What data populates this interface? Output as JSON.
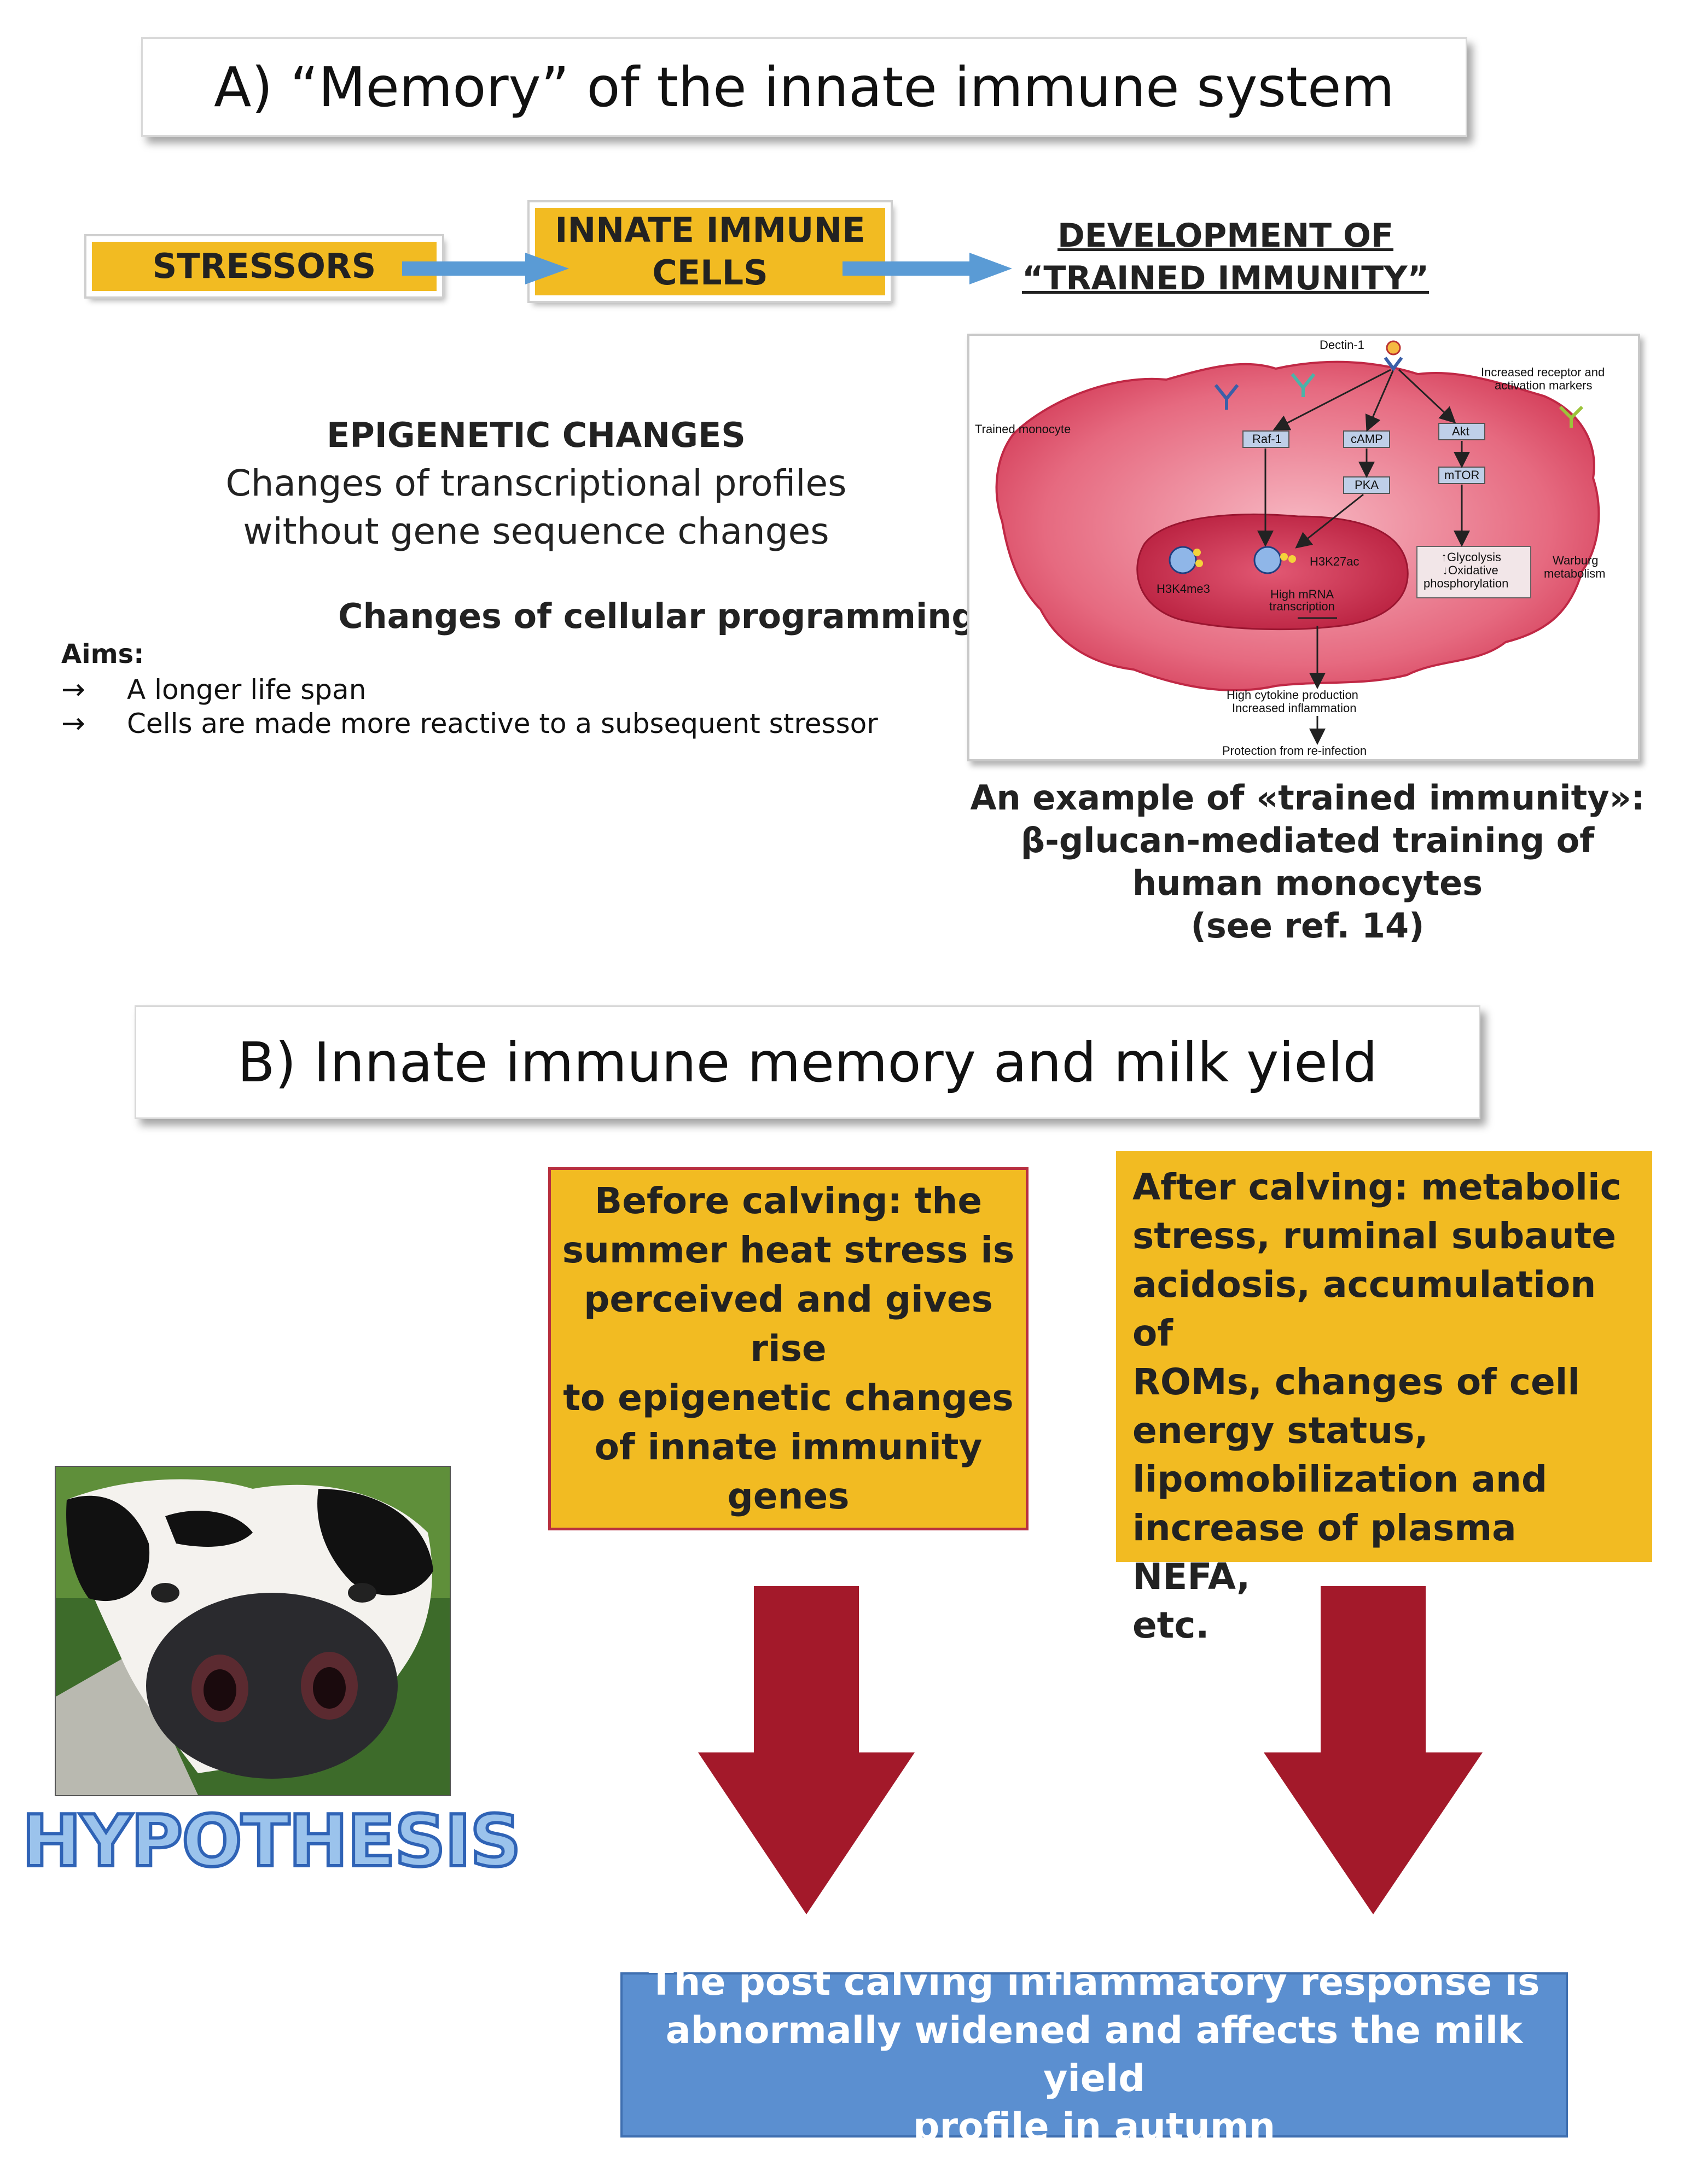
{
  "section_a": {
    "title": "A) “Memory” of the innate immune system",
    "stressors_label": "STRESSORS",
    "cells_label_line1": "INNATE IMMUNE",
    "cells_label_line2": "CELLS",
    "development_line1": "DEVELOPMENT OF",
    "development_line2": "“TRAINED IMMUNITY”",
    "epigenetic_title": "EPIGENETIC CHANGES",
    "epigenetic_line1": "Changes of transcriptional profiles",
    "epigenetic_line2": "without gene sequence changes",
    "programming_title": "Changes of cellular programming",
    "aims_label": "Aims:",
    "aims": [
      {
        "arrow": "→",
        "text": "A longer life span"
      },
      {
        "arrow": "→",
        "text": "Cells are made more reactive to a subsequent stressor"
      }
    ],
    "figure_labels": {
      "dectin": "Dectin-1",
      "receptor_line1": "Increased receptor and",
      "receptor_line2": "activation markers",
      "trained_monocyte": "Trained monocyte",
      "raf": "Raf-1",
      "camp": "cAMP",
      "akt": "Akt",
      "pka": "PKA",
      "mtor": "mTOR",
      "h3k27ac": "H3K27ac",
      "h3k4me3": "H3K4me3",
      "mrna_line1": "High mRNA",
      "mrna_line2": "transcription",
      "glyco_line1": "↑Glycolysis",
      "glyco_line2": "↓Oxidative",
      "glyco_line3": "phosphorylation",
      "warburg_line1": "Warburg",
      "warburg_line2": "metabolism",
      "cytokine_line1": "High cytokine production",
      "cytokine_line2": "Increased inflammation",
      "protection": "Protection from re-infection"
    },
    "caption_line1": "An example of «trained immunity»:",
    "caption_line2": "β-glucan-mediated training of",
    "caption_line3": "human monocytes",
    "caption_line4": "(see ref. 14)"
  },
  "section_b": {
    "title": "B) Innate immune memory and milk yield",
    "before_calving_lines": [
      "Before calving: the",
      "summer heat stress is",
      "perceived and gives rise",
      "to epigenetic changes",
      "of innate immunity",
      "genes"
    ],
    "after_calving_lines": [
      "After calving: metabolic",
      "stress, ruminal subaute",
      "acidosis, accumulation of",
      "ROMs, changes of cell",
      "energy status,",
      "lipomobilization and",
      "increase of plasma NEFA,",
      "etc."
    ],
    "hypothesis": "HYPOTHESIS",
    "result_lines": [
      "The post calving inflammatory response is",
      "abnormally widened and affects the milk yield",
      "profile in  autumn"
    ]
  },
  "colors": {
    "yellow_box": "#f2bb22",
    "flow_arrow": "#5a9bd5",
    "down_arrow": "#a3192a",
    "result_box": "#5b8fd0",
    "cell_fill": "#d9405a",
    "nucleus_fill": "#c42a48"
  }
}
